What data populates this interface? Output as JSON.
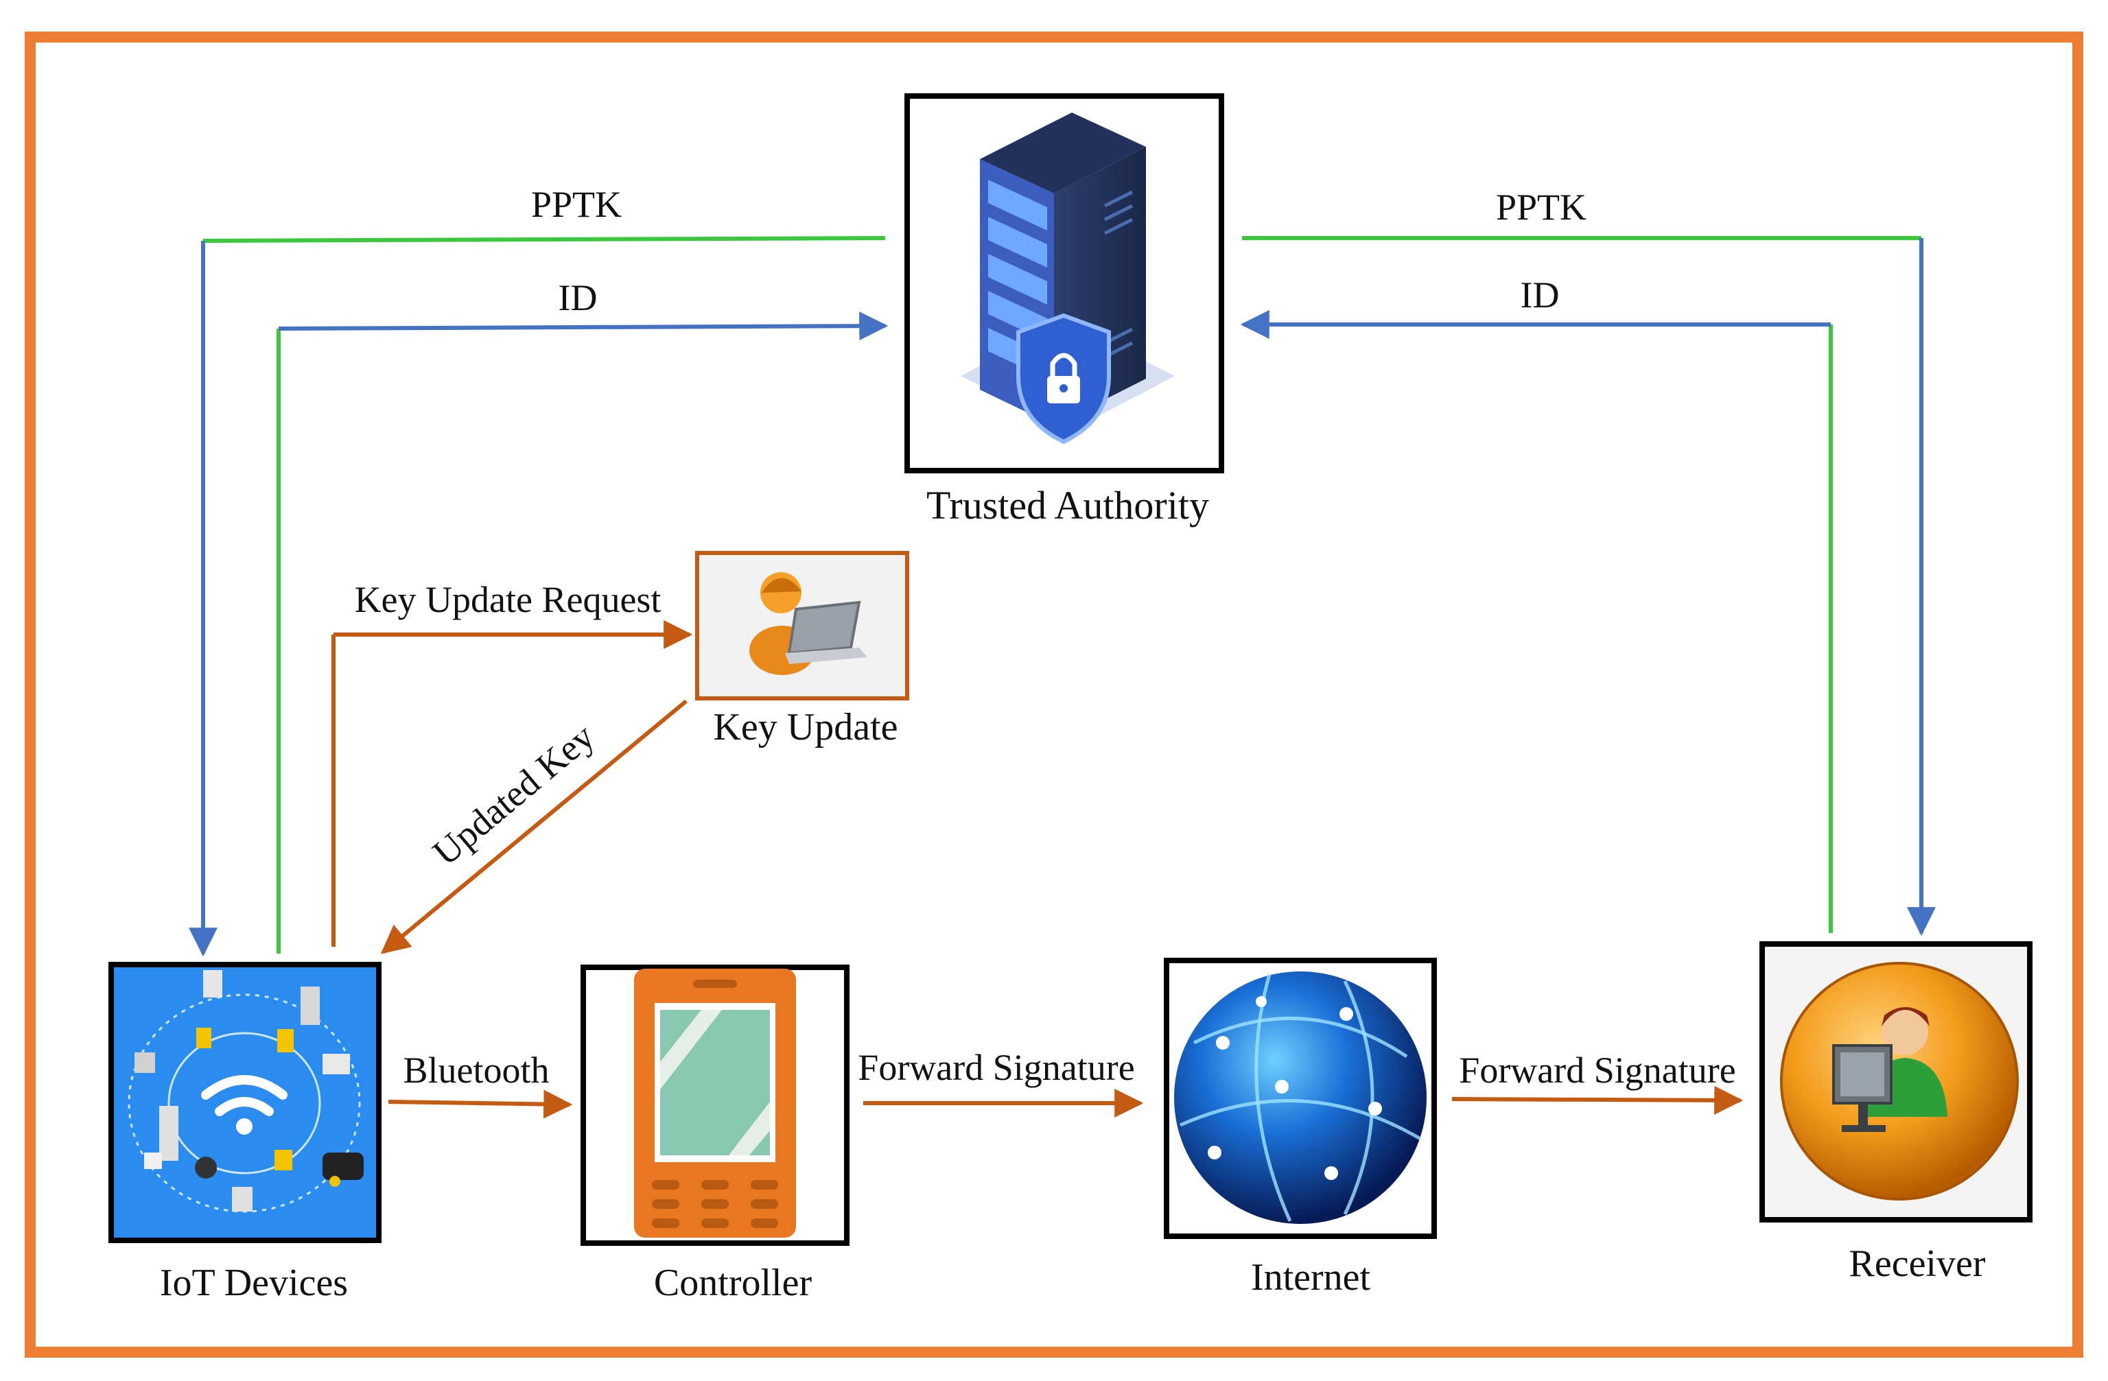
{
  "nodes": {
    "trusted_authority": "Trusted Authority",
    "key_update": "Key Update",
    "iot_devices": "IoT Devices",
    "controller": "Controller",
    "internet": "Internet",
    "receiver": "Receiver"
  },
  "edges": {
    "pptk_left": "PPTK",
    "id_left": "ID",
    "pptk_right": "PPTK",
    "id_right": "ID",
    "key_update_request": "Key Update Request",
    "updated_key": "Updated Key",
    "bluetooth": "Bluetooth",
    "forward_signature_1": "Forward Signature",
    "forward_signature_2": "Forward Signature"
  },
  "colors": {
    "frame": "#ED7D31",
    "pptk_line": "#3CC83C",
    "id_line": "#4472C4",
    "key_flow": "#C55A11"
  },
  "icons": {
    "trusted_authority": "secure-server-icon",
    "key_update": "user-laptop-icon",
    "iot_devices": "iot-devices-icon",
    "controller": "mobile-phone-icon",
    "internet": "globe-network-icon",
    "receiver": "user-computer-icon"
  }
}
